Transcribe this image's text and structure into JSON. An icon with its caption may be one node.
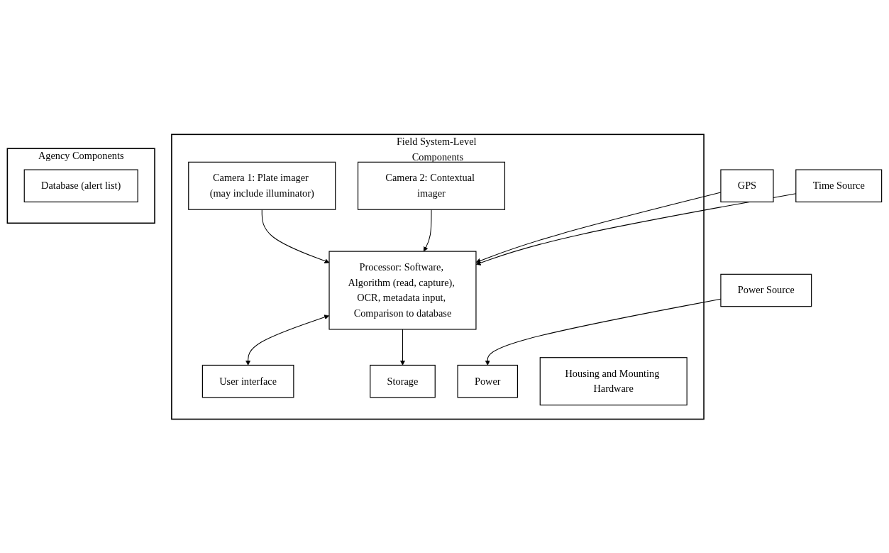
{
  "diagram": {
    "nodes": [
      {
        "text": [
          "Field System-Level Components"
        ]
      },
      {
        "text": [
          "Camera 1: Plate imager (may include illuminator)"
        ],
        "in": 0
      },
      {
        "text": [
          "Camera 2: Contextual imager"
        ],
        "in": 0
      },
      {
        "text": [
          "GPS"
        ]
      },
      {
        "text": [
          "Time Source"
        ]
      },
      {
        "text": [
          "Processor: Software, Algorithm (read, capture), OCR, metadata input, Comparison to database"
        ],
        "in": 0
      },
      {
        "text": [
          "User interface"
        ],
        "in": 0
      },
      {
        "text": [
          "Storage"
        ],
        "in": 0
      },
      {
        "text": [
          "Power Source"
        ]
      },
      {
        "text": [
          "Power"
        ],
        "in": 0
      },
      {
        "text": [
          "Housing and Mounting Hardware"
        ],
        "in": 0
      },
      {
        "text": [
          "Agency Components"
        ]
      },
      {
        "text": [
          "Database (alert list)"
        ],
        "in": 11
      }
    ],
    "edges": [
      {
        "from": 1,
        "to": 5,
        "arrow": "to"
      },
      {
        "from": 2,
        "to": 5,
        "arrow": "to"
      },
      {
        "from": 3,
        "to": 5,
        "arrow": "to"
      },
      {
        "from": 4,
        "to": 5,
        "arrow": "to"
      },
      {
        "from": 5,
        "to": 6,
        "arrow": "both"
      },
      {
        "from": 5,
        "to": 7,
        "arrow": "to"
      },
      {
        "from": 8,
        "to": 9,
        "arrow": "to"
      }
    ]
  }
}
